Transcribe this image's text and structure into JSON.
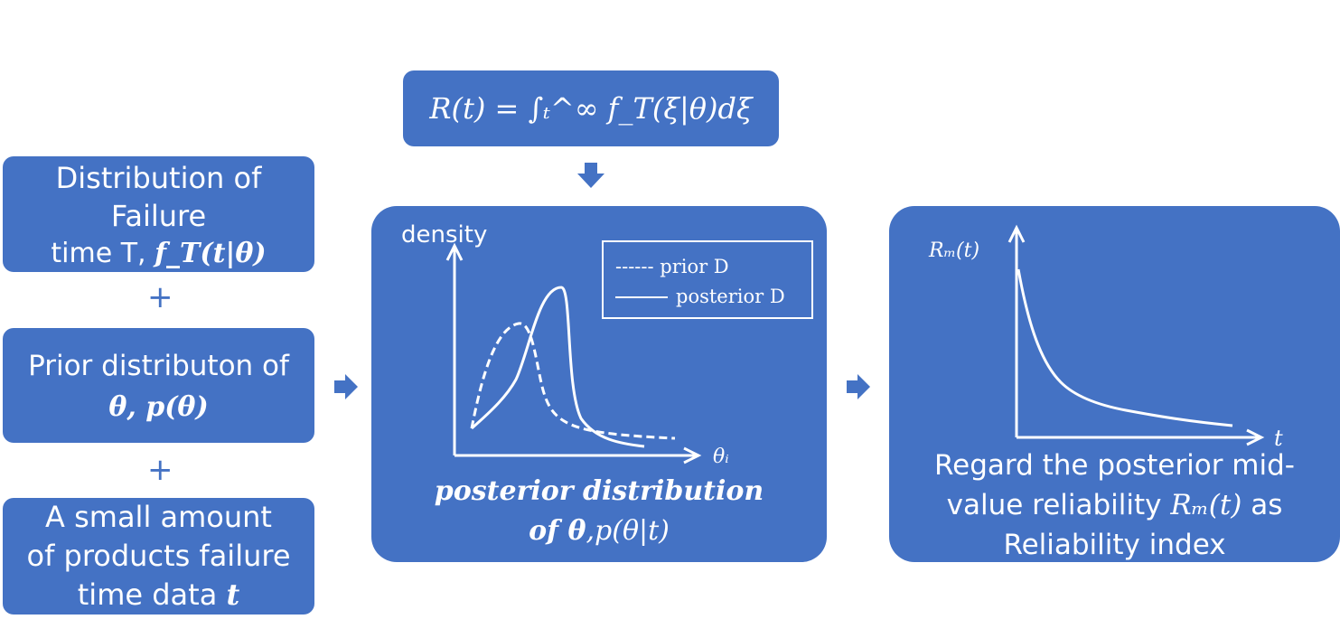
{
  "colors": {
    "box": "#4472c4",
    "text": "#ffffff",
    "background": "#ffffff"
  },
  "formula_box": {
    "text": "R(t) = ∫ₜ^∞ f_T(ξ|θ)dξ"
  },
  "inputs": {
    "distribution": {
      "line1": "Distribution of",
      "line2": "Failure",
      "line3_prefix": "time T,",
      "line3_math": "f_T(t|θ)"
    },
    "plus1": "+",
    "prior": {
      "line1": "Prior distributon of",
      "line2_math": "θ, p(θ)"
    },
    "plus2": "+",
    "data": {
      "line1": "A small amount",
      "line2": "of products failure",
      "line3_prefix": "time data",
      "line3_math": "t"
    }
  },
  "posterior_box": {
    "y_axis_label": "density",
    "x_axis_label": "θᵢ",
    "legend": {
      "prior": "------ prior D",
      "posterior": "posterior D"
    },
    "caption_line1": "posterior distribution",
    "caption_line2_prefix": "of θ",
    "caption_line2_math": ",p(θ|t)"
  },
  "reliability_box": {
    "y_axis_label": "Rₘ(t)",
    "x_axis_label": "t",
    "caption_line1": "Regard the posterior mid-",
    "caption_line2_prefix": "value reliability",
    "caption_line2_math": "Rₘ(t)",
    "caption_line2_suffix": "as",
    "caption_line3": "Reliability index"
  },
  "icons": [
    "arrow-down-icon",
    "arrow-right-icon",
    "arrow-right-icon"
  ]
}
